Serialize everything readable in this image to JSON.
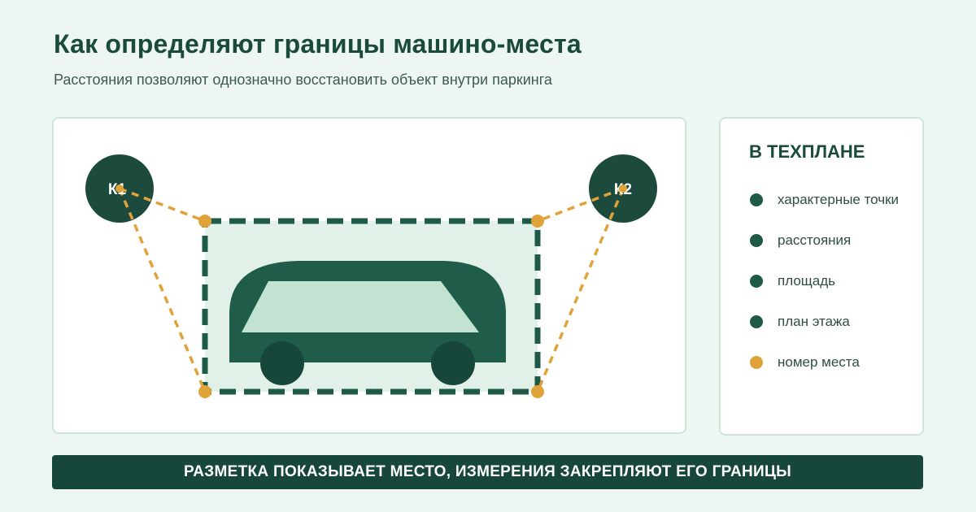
{
  "header": {
    "title": "Как определяют границы машино-места",
    "subtitle": "Расстояния позволяют однозначно восстановить объект внутри паркинга"
  },
  "diagram": {
    "landmarks": [
      {
        "label": "К1"
      },
      {
        "label": "К2"
      }
    ],
    "colors": {
      "landmark": "#1c4a3c",
      "dashed_line": "#e0a33a",
      "boundary": "#1e5a47",
      "spot_fill": "#e1f1e8",
      "car_body": "#1f5c49",
      "car_window": "#c2e3d2",
      "wheel": "#16473a"
    }
  },
  "legend": {
    "title": "В ТЕХПЛАНЕ",
    "items": [
      {
        "label": "характерные точки",
        "color": "#1e5a47"
      },
      {
        "label": "расстояния",
        "color": "#1e5a47"
      },
      {
        "label": "площадь",
        "color": "#1e5a47"
      },
      {
        "label": "план этажа",
        "color": "#1e5a47"
      },
      {
        "label": "номер места",
        "color": "#e0a33a"
      }
    ]
  },
  "banner": {
    "text": "РАЗМЕТКА ПОКАЗЫВАЕТ МЕСТО, ИЗМЕРЕНИЯ ЗАКРЕПЛЯЮТ ЕГО ГРАНИЦЫ"
  }
}
